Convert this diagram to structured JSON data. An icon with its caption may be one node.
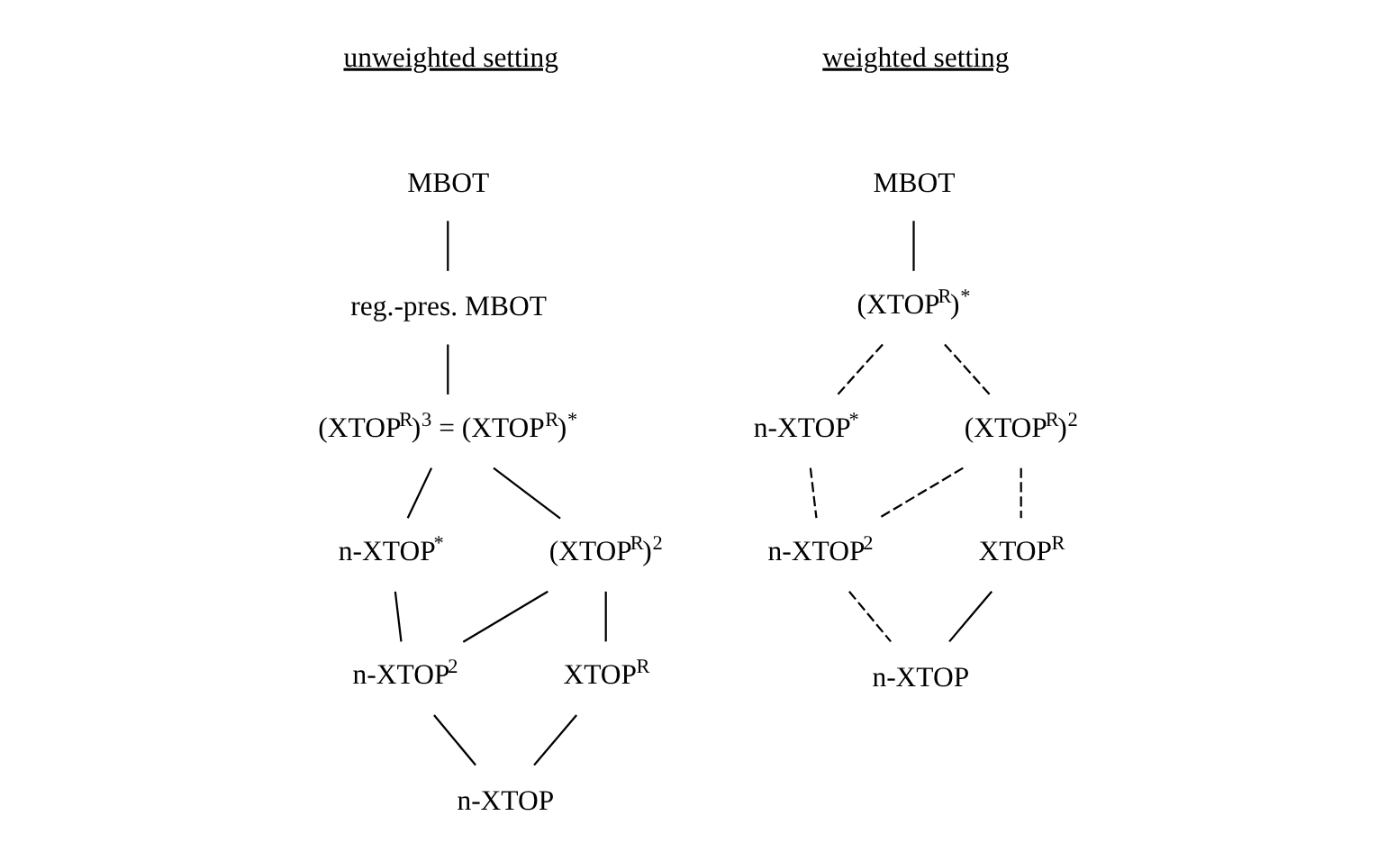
{
  "diagram": {
    "nodes": [
      {
        "text": [
          "MBOT"
        ]
      },
      {
        "text": [
          "reg.-pres. MBOT"
        ]
      },
      {
        "text": [
          "(XTOP$^{R}$)$^{3}$ = (XTOP$^{R}$)$^{*}$"
        ]
      },
      {
        "text": [
          "n-XTOP$^{*}$"
        ]
      },
      {
        "text": [
          "(XTOP$^{R}$)$^{2}$"
        ]
      },
      {
        "text": [
          "n-XTOP$^{2}$"
        ]
      },
      {
        "text": [
          "XTOP$^{R}$"
        ]
      },
      {
        "text": [
          "n-XTOP"
        ]
      },
      {
        "text": [
          "MBOT"
        ]
      },
      {
        "text": [
          "(XTOP$^{R}$)$^{*}$"
        ]
      },
      {
        "text": [
          "n-XTOP$^{*}$"
        ]
      },
      {
        "text": [
          "(XTOP$^{R}$)$^{2}$"
        ]
      },
      {
        "text": [
          "n-XTOP$^{2}$"
        ]
      },
      {
        "text": [
          "XTOP$^{R}$"
        ]
      },
      {
        "text": [
          "n-XTOP"
        ]
      }
    ],
    "edges": [
      {
        "from": 0,
        "to": 1,
        "arrow": "none"
      },
      {
        "from": 1,
        "to": 2,
        "arrow": "none"
      },
      {
        "from": 2,
        "to": 3,
        "arrow": "none"
      },
      {
        "from": 2,
        "to": 4,
        "arrow": "none"
      },
      {
        "from": 3,
        "to": 5,
        "arrow": "none"
      },
      {
        "from": 4,
        "to": 5,
        "arrow": "none"
      },
      {
        "from": 4,
        "to": 6,
        "arrow": "none"
      },
      {
        "from": 5,
        "to": 7,
        "arrow": "none"
      },
      {
        "from": 6,
        "to": 7,
        "arrow": "none"
      },
      {
        "from": 8,
        "to": 9,
        "arrow": "none"
      },
      {
        "from": 9,
        "to": 10,
        "arrow": "none",
        "style": "dashed"
      },
      {
        "from": 9,
        "to": 11,
        "arrow": "none",
        "style": "dashed"
      },
      {
        "from": 10,
        "to": 12,
        "arrow": "none",
        "style": "dashed"
      },
      {
        "from": 11,
        "to": 12,
        "arrow": "none",
        "style": "dashed"
      },
      {
        "from": 11,
        "to": 13,
        "arrow": "none",
        "style": "dashed"
      },
      {
        "from": 12,
        "to": 14,
        "arrow": "none",
        "style": "dashed"
      },
      {
        "from": 13,
        "to": 14,
        "arrow": "none"
      }
    ],
    "labels": [
      "unweighted setting",
      "weighted setting"
    ]
  }
}
